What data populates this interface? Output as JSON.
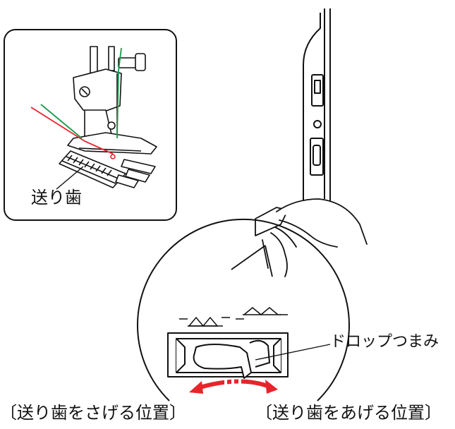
{
  "labels": {
    "feed_dogs": "送り歯",
    "drop_knob": "ドロップつまみ",
    "lower_position": "〔送り歯をさげる位置〕",
    "raise_position": "〔送り歯をあげる位置〕"
  },
  "colors": {
    "line": "#111111",
    "thread_red": "#e8242b",
    "thread_green": "#1a9a4a",
    "arrow_red": "#e8242b"
  },
  "icons": {
    "presser_foot": "presser-foot-illustration",
    "sewing_machine_side": "machine-side-illustration",
    "hand": "hand-illustration",
    "drop_knob_closeup": "drop-knob-closeup-illustration",
    "direction_arrow": "double-headed-arrow-icon"
  }
}
